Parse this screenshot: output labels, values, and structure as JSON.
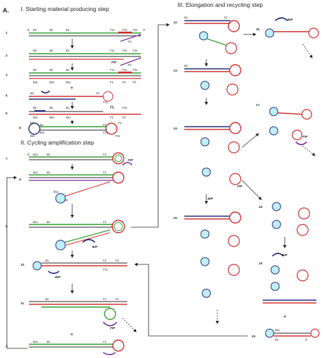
{
  "panel_label": "A.",
  "sections": {
    "s1": "I. Starting material producing step",
    "s2": "II. Cycling amplification step",
    "s3": "III. Elongation and recycling step"
  },
  "primers": {
    "fip": "FIP",
    "bip": "BIP"
  },
  "prime5": "5'",
  "prime3": "3'",
  "plus": "+",
  "labels_top": [
    "B3",
    "B2",
    "B1",
    "F1c",
    "F2c",
    "F3c"
  ],
  "labels_bottom": [
    "B3c",
    "B2c",
    "B1c",
    "F1",
    "F2",
    "F3"
  ],
  "steps": {
    "s1": [
      "1.",
      "2.",
      "3.",
      "4.",
      "5.",
      "6."
    ],
    "s2": [
      "7.",
      "8.",
      "9.",
      "10.",
      "11.",
      "7."
    ],
    "s3": [
      "12.",
      "13.",
      "14.",
      "15.",
      "16.",
      "17.",
      "18.",
      "19.",
      "20."
    ]
  },
  "colors": {
    "red": "#d42b2b",
    "green": "#2e9b2e",
    "navy": "#1f2a7a",
    "purple": "#7b2fa0",
    "cyan": "#6fd1e6",
    "line": "#222222"
  }
}
